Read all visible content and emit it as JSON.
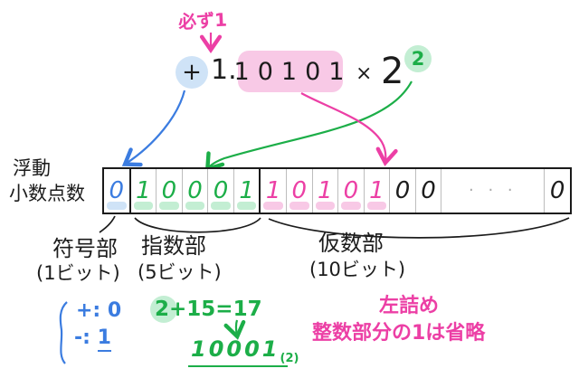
{
  "colors": {
    "pink": "#ec3fa5",
    "blue": "#3b7ce0",
    "green": "#1cae48",
    "black": "#1c1c1c",
    "gray": "#ababab",
    "light_pink": "#f8c9e6",
    "light_blue": "#cfe3f7",
    "light_green": "#c3eed3"
  },
  "top_note": {
    "text": "必ず1"
  },
  "formula": {
    "sign": "+",
    "integer": "1.",
    "fraction": "10101",
    "times": "×",
    "base": "2",
    "exponent": "2"
  },
  "field_title": {
    "line1": "浮動",
    "line2": "小数点数"
  },
  "bit_field": {
    "cells": [
      {
        "value": "0",
        "ink": "blue",
        "strip": "light_blue"
      },
      {
        "value": "1",
        "ink": "green",
        "strip": "light_green",
        "section_start": true
      },
      {
        "value": "0",
        "ink": "green",
        "strip": "light_green"
      },
      {
        "value": "0",
        "ink": "green",
        "strip": "light_green"
      },
      {
        "value": "0",
        "ink": "green",
        "strip": "light_green"
      },
      {
        "value": "1",
        "ink": "green",
        "strip": "light_green"
      },
      {
        "value": "1",
        "ink": "pink",
        "strip": "light_pink",
        "section_start": true
      },
      {
        "value": "0",
        "ink": "pink",
        "strip": "light_pink"
      },
      {
        "value": "1",
        "ink": "pink",
        "strip": "light_pink"
      },
      {
        "value": "0",
        "ink": "pink",
        "strip": "light_pink"
      },
      {
        "value": "1",
        "ink": "pink",
        "strip": "light_pink"
      },
      {
        "value": "0",
        "ink": "black"
      },
      {
        "value": "0",
        "ink": "black"
      },
      {
        "value": "· · ·",
        "ink": "gray",
        "wide": true,
        "dots": true
      },
      {
        "value": "0",
        "ink": "black"
      }
    ]
  },
  "groups": [
    {
      "label": "符号部",
      "bits": "(1ビット)"
    },
    {
      "label": "指数部",
      "bits": "(5ビット)"
    },
    {
      "label": "仮数部",
      "bits": "(10ビット)"
    }
  ],
  "sign_legend": {
    "plus": "+: 0",
    "minus_prefix": "-: ",
    "minus_value": "1"
  },
  "exponent_note": {
    "highlight": "2",
    "rest": "+15=17",
    "result": "10001",
    "base": "(2)"
  },
  "mantissa_note": {
    "line1": "左詰め",
    "line2": "整数部分の1は省略"
  }
}
